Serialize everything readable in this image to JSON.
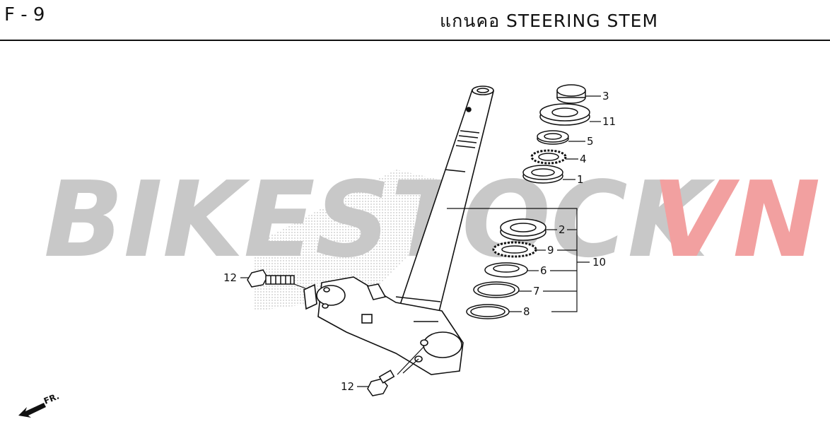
{
  "header": {
    "code": "F - 9",
    "title": "แกนคอ  STEERING STEM"
  },
  "watermark": {
    "part1": "BIKESTOCK",
    "part2": "VN",
    "color_gray": "#c8c8c8",
    "color_red": "#f2a0a0"
  },
  "callouts": {
    "n1": "1",
    "n2": "2",
    "n3": "3",
    "n4": "4",
    "n5": "5",
    "n6": "6",
    "n7": "7",
    "n8": "8",
    "n9": "9",
    "n10": "10",
    "n11": "11",
    "n12a": "12",
    "n12b": "12"
  },
  "direction": {
    "label": "FR."
  }
}
